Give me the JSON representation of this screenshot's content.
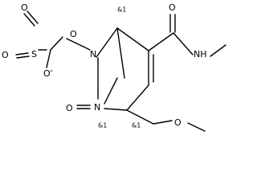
{
  "molecule": {
    "atoms": {
      "o_sulfonyl_top": "O",
      "o_ether_top": "O",
      "o_sulfonyl_left": "O",
      "s": "S",
      "o_anion": "O",
      "o_anion_charge": "-",
      "n_top": "N",
      "o_lactam": "O",
      "n_bottom": "N",
      "o_amide": "O",
      "nh_amide": "NH",
      "o_methoxy": "O"
    },
    "stereo_labels": {
      "bridgehead_top": "&1",
      "n_bottom": "&1",
      "ch_bottom": "&1"
    }
  }
}
